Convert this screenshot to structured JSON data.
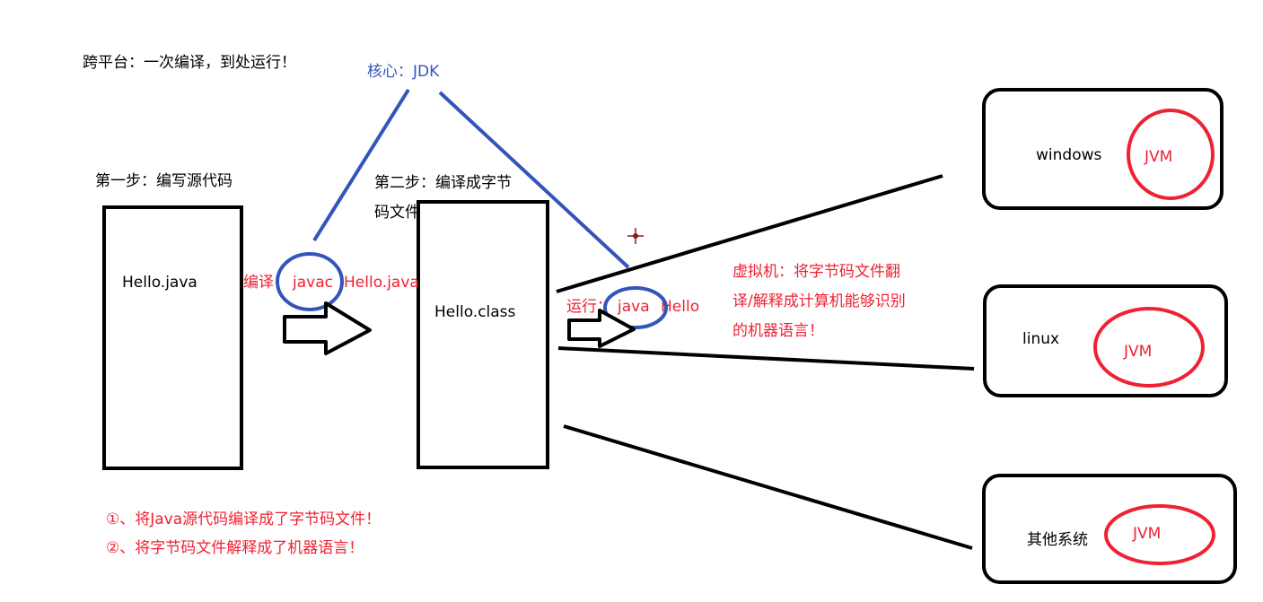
{
  "colors": {
    "black": "#000000",
    "blue": "#3355bb",
    "red": "#ee2233"
  },
  "texts": {
    "cross_platform": "跨平台：一次编译，到处运行！",
    "core": "核心：JDK",
    "step1": "第一步：编写源代码",
    "step2_line1": "第二步：编译成字节",
    "step2_line2": "码文件",
    "source_file": "Hello.java",
    "class_file": "Hello.class",
    "compile_label": "编译：",
    "compile_cmd": "javac",
    "compile_arg": "Hello.java",
    "run_label": "运行：",
    "run_cmd": "java",
    "run_arg": "Hello",
    "vm_line1": "虚拟机：将字节码文件翻",
    "vm_line2": "译/解释成计算机能够识别",
    "vm_line3": "的机器语言！",
    "note1": "①、将Java源代码编译成了字节码文件！",
    "note2": "②、将字节码文件解释成了机器语言！"
  },
  "platforms": [
    {
      "name": "windows",
      "vm": "JVM"
    },
    {
      "name": "linux",
      "vm": "JVM"
    },
    {
      "name": "其他系统",
      "vm": "JVM"
    }
  ]
}
